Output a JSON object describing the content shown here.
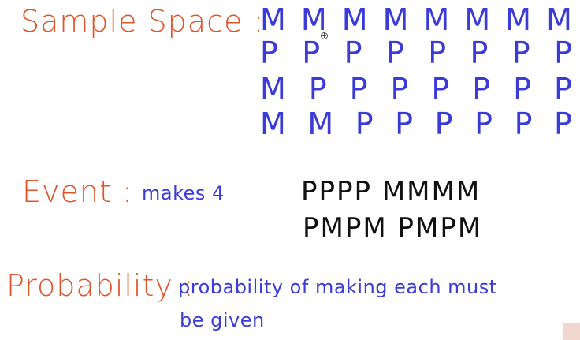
{
  "sample_space": {
    "label": "Sample Space :",
    "rows": [
      [
        "M",
        "M",
        "M",
        "M",
        "M",
        "M",
        "M",
        "M"
      ],
      [
        "P",
        "P",
        "P",
        "P",
        "P",
        "P",
        "P",
        "P"
      ],
      [
        "M",
        "P",
        "P",
        "P",
        "P",
        "P",
        "P",
        "P"
      ],
      [
        "M",
        "M",
        "P",
        "P",
        "P",
        "P",
        "P",
        "P"
      ]
    ]
  },
  "event": {
    "label": "Event :",
    "description": "makes 4",
    "outcomes_line1": "PPPP MMMM",
    "outcomes_line2": "PMPM PMPM"
  },
  "probability": {
    "label": "Probability :",
    "note_line1": "probability of making each must",
    "note_line2": "be given"
  },
  "colors": {
    "label_orange": "#e0542a",
    "ink_blue": "#3b3bd8",
    "ink_black": "#111111"
  }
}
